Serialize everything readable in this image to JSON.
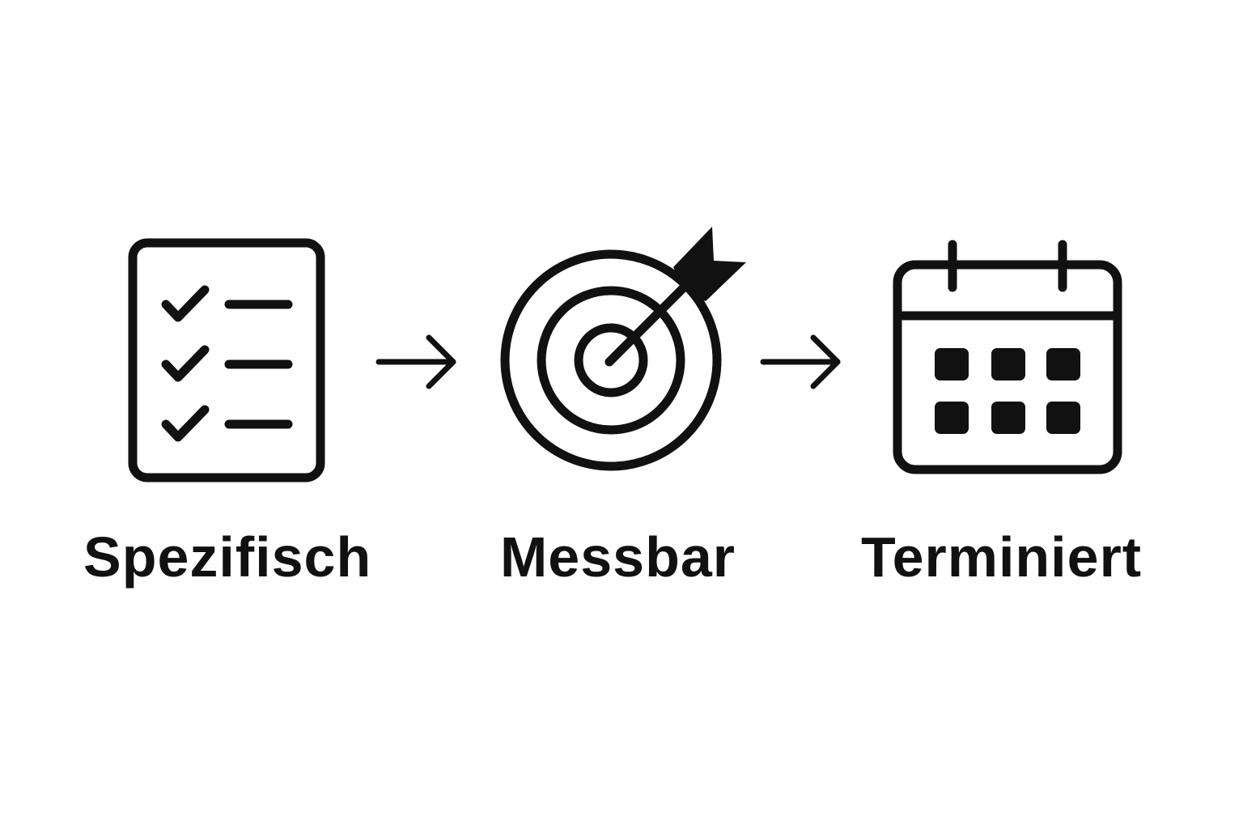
{
  "steps": [
    {
      "label": "Spezifisch",
      "icon": "checklist-icon"
    },
    {
      "label": "Messbar",
      "icon": "target-icon"
    },
    {
      "label": "Terminiert",
      "icon": "calendar-icon"
    }
  ],
  "arrows": [
    "arrow-right-icon",
    "arrow-right-icon"
  ],
  "colors": {
    "stroke": "#111111",
    "background": "#ffffff"
  }
}
